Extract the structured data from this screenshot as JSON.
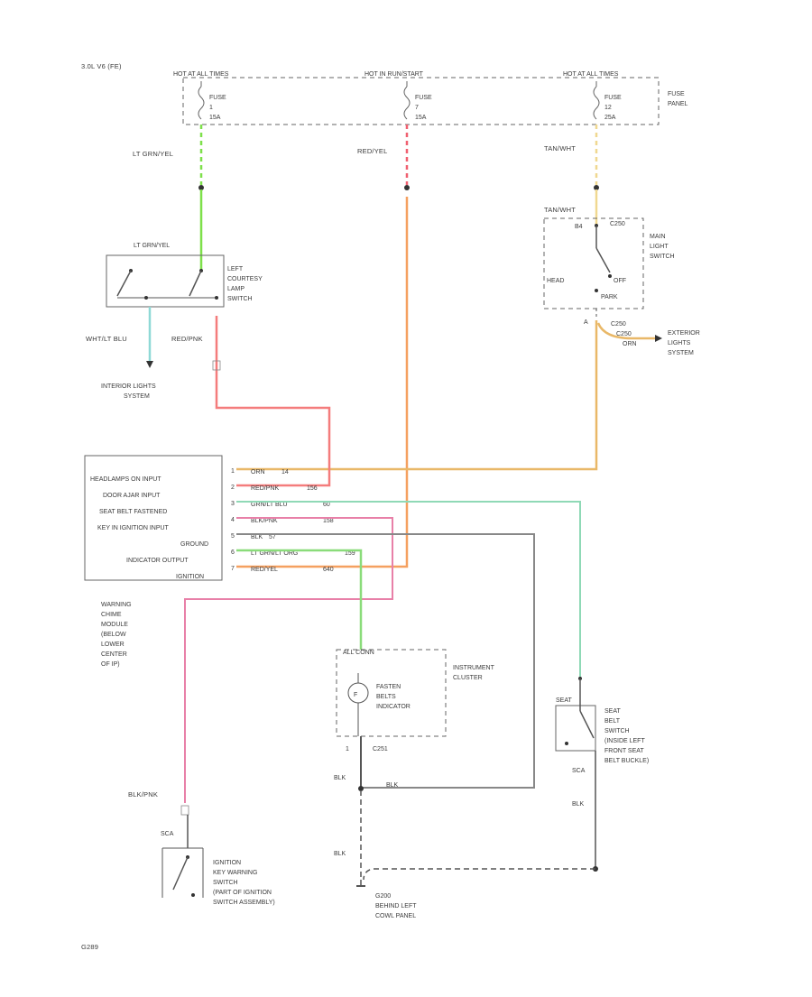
{
  "header": {
    "engine": "3.0L V6 (FE)",
    "code": "G289"
  },
  "colors": {
    "lt_grn_yel": "#7ee04a",
    "red_yel": "#f06070",
    "tan_wht": "#f0d890",
    "orn": "#e9b868",
    "red_pnk": "#f47c7c",
    "blk": "#555555",
    "grn_blu": "#8fd9b6",
    "pink": "#e880a8",
    "lt_grn_org": "#8adc7a",
    "red_orange": "#f5a060",
    "dark_blue": "#7ab8c8",
    "gray": "#888888"
  },
  "fuse_panel": {
    "bus_labels": [
      "HOT AT ALL TIMES",
      "HOT IN RUN/START",
      "HOT AT ALL TIMES"
    ],
    "fuses": [
      {
        "name": "FUSE",
        "number": "1",
        "rating": "15A"
      },
      {
        "name": "FUSE",
        "number": "7",
        "rating": "15A"
      },
      {
        "name": "FUSE",
        "number": "12",
        "rating": "25A"
      }
    ],
    "label_line1": "FUSE",
    "label_line2": "PANEL"
  },
  "wires": {
    "lt_grn_yel": "LT GRN/YEL",
    "red_yel": "RED/YEL",
    "tan_wht_top": "TAN/WHT",
    "tan_wht_mid": "TAN/WHT",
    "wht_blu": "WHT/LT BLU",
    "red_pnk": "RED/PNK",
    "blk_pnk": "BLK/PNK",
    "blk": "BLK"
  },
  "courtesy_switch": {
    "wire_label": "LT GRN/YEL",
    "lines": [
      "LEFT",
      "COURTESY",
      "LAMP",
      "SWITCH"
    ]
  },
  "interior_lights": [
    "INTERIOR LIGHTS",
    "SYSTEM"
  ],
  "headlight_switch": {
    "lines": [
      "MAIN",
      "LIGHT",
      "SWITCH"
    ],
    "connector_top": "C250",
    "connector_bottom": "C250",
    "pos_off": "OFF",
    "pos_head": "HEAD",
    "pos_park": "PARK",
    "pin_top": "B4",
    "pin_bottom": "A"
  },
  "exterior_lights": {
    "connector": "C250",
    "wire": "ORN",
    "lines": [
      "EXTERIOR",
      "LIGHTS",
      "SYSTEM"
    ]
  },
  "warning_module": {
    "inputs": [
      {
        "label": "HEADLAMPS ON INPUT",
        "pin": "1",
        "wire": "ORN",
        "circuit": "14"
      },
      {
        "label": "DOOR AJAR INPUT",
        "pin": "2",
        "wire": "RED/PNK",
        "circuit": "156"
      },
      {
        "label": "SEAT BELT FASTENED",
        "pin": "3",
        "wire": "GRN/LT BLU",
        "circuit": "60"
      },
      {
        "label": "KEY IN IGNITION INPUT",
        "pin": "4",
        "wire": "BLK/PNK",
        "circuit": "158"
      },
      {
        "label": "GROUND",
        "pin": "5",
        "wire": "BLK",
        "circuit": "57"
      },
      {
        "label": "INDICATOR OUTPUT",
        "pin": "6",
        "wire": "LT GRN/LT ORG",
        "circuit": "159"
      },
      {
        "label": "IGNITION",
        "pin": "7",
        "wire": "RED/YEL",
        "circuit": "640"
      }
    ],
    "lines": [
      "WARNING",
      "CHIME",
      "MODULE",
      "(BELOW",
      "LOWER",
      "CENTER",
      "OF IP)"
    ]
  },
  "instrument_cluster": {
    "header": "ALL CONN",
    "lines": [
      "INSTRUMENT",
      "CLUSTER"
    ],
    "indicator": [
      "FASTEN",
      "BELTS",
      "INDICATOR"
    ],
    "connector": "C251",
    "pin": "1"
  },
  "seat_belt_switch": {
    "top_label": "SEAT",
    "lines": [
      "SEAT",
      "BELT",
      "SWITCH",
      "(INSIDE LEFT",
      "FRONT SEAT",
      "BELT BUCKLE)"
    ],
    "connector": "SCA"
  },
  "ignition_switch": {
    "wire": "BLK/PNK",
    "connector": "SCA",
    "lines": [
      "IGNITION",
      "KEY WARNING",
      "SWITCH",
      "(PART OF IGNITION",
      "SWITCH ASSEMBLY)"
    ]
  },
  "ground": {
    "name": "G200",
    "lines": [
      "BEHIND LEFT",
      "COWL PANEL"
    ]
  },
  "wire_labels_blk": [
    "BLK",
    "BLK",
    "BLK",
    "BLK"
  ]
}
